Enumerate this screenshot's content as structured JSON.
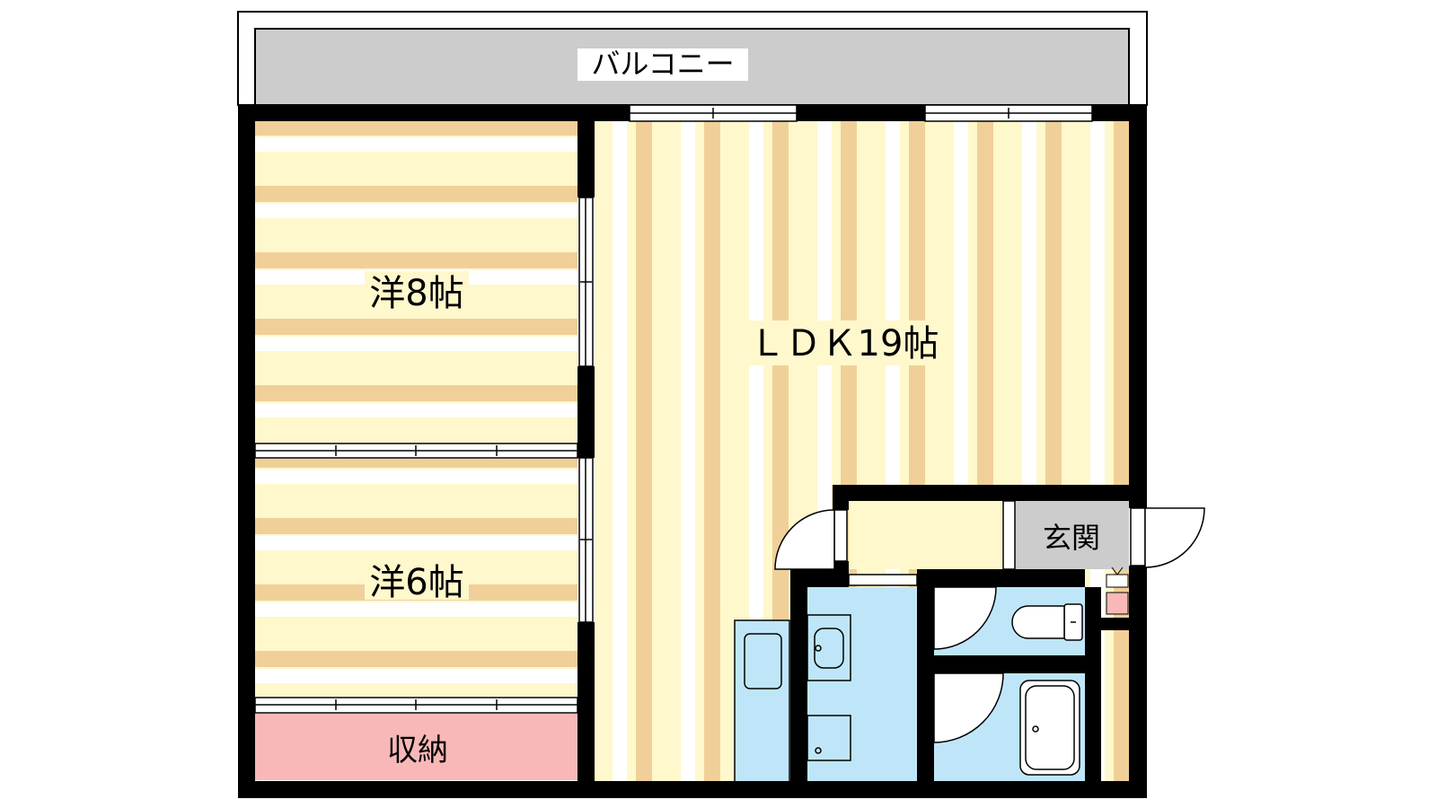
{
  "rooms": {
    "balcony": "バルコニー",
    "western_room_8": "洋8帖",
    "western_room_6": "洋6帖",
    "storage": "収納",
    "ldk": "ＬＤＫ19帖",
    "entrance": "玄関"
  },
  "colors": {
    "wall": "#000000",
    "balcony_fill": "#cccccc",
    "floor_stripe_dark": "#f0d098",
    "floor_stripe_light": "#fff8cc",
    "wet_area": "#bfe6f8",
    "storage_fill": "#f8b8b8",
    "entrance_fill": "#cccccc",
    "meter_box": "#f8b8b8"
  }
}
